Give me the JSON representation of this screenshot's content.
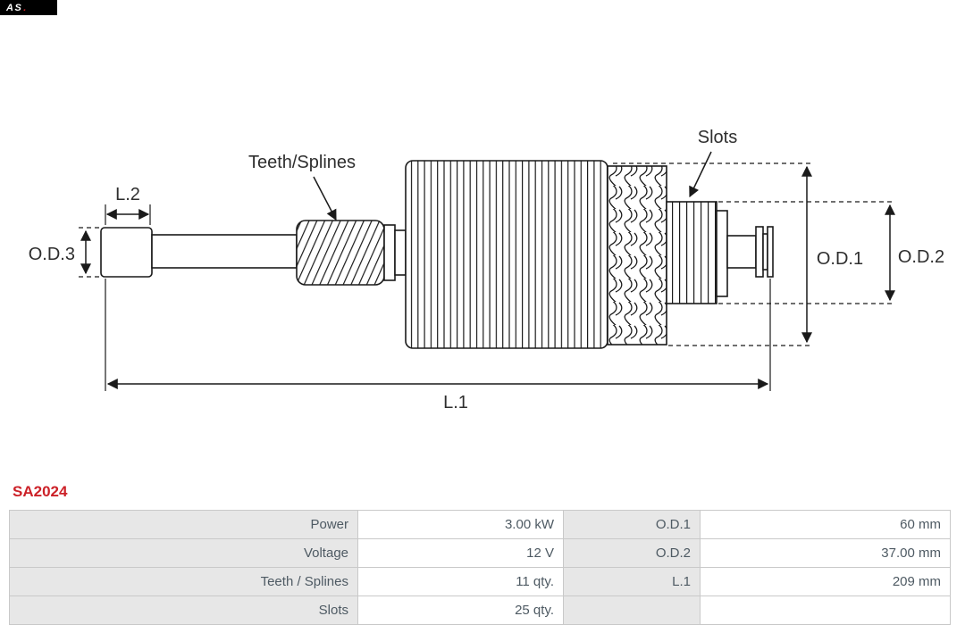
{
  "brand": {
    "logo_text": "AS"
  },
  "part_number": "SA2024",
  "diagram": {
    "labels": {
      "length_total": "L.1",
      "length_shaft_end": "L.2",
      "outer_diameter_1": "O.D.1",
      "outer_diameter_2": "O.D.2",
      "outer_diameter_3": "O.D.3",
      "teeth_splines": "Teeth/Splines",
      "slots": "Slots"
    }
  },
  "spec_table": {
    "rows": [
      {
        "label_left": "Power",
        "value_left": "3.00 kW",
        "label_right": "O.D.1",
        "value_right": "60 mm"
      },
      {
        "label_left": "Voltage",
        "value_left": "12 V",
        "label_right": "O.D.2",
        "value_right": "37.00 mm"
      },
      {
        "label_left": "Teeth / Splines",
        "value_left": "11 qty.",
        "label_right": "L.1",
        "value_right": "209 mm"
      },
      {
        "label_left": "Slots",
        "value_left": "25 qty.",
        "label_right": "",
        "value_right": ""
      }
    ]
  },
  "colors": {
    "accent_red": "#cc2128",
    "line": "#1a1a1a",
    "table_label_bg": "#e7e7e7",
    "table_border": "#c9c9c9",
    "table_text": "#4e5a63"
  }
}
